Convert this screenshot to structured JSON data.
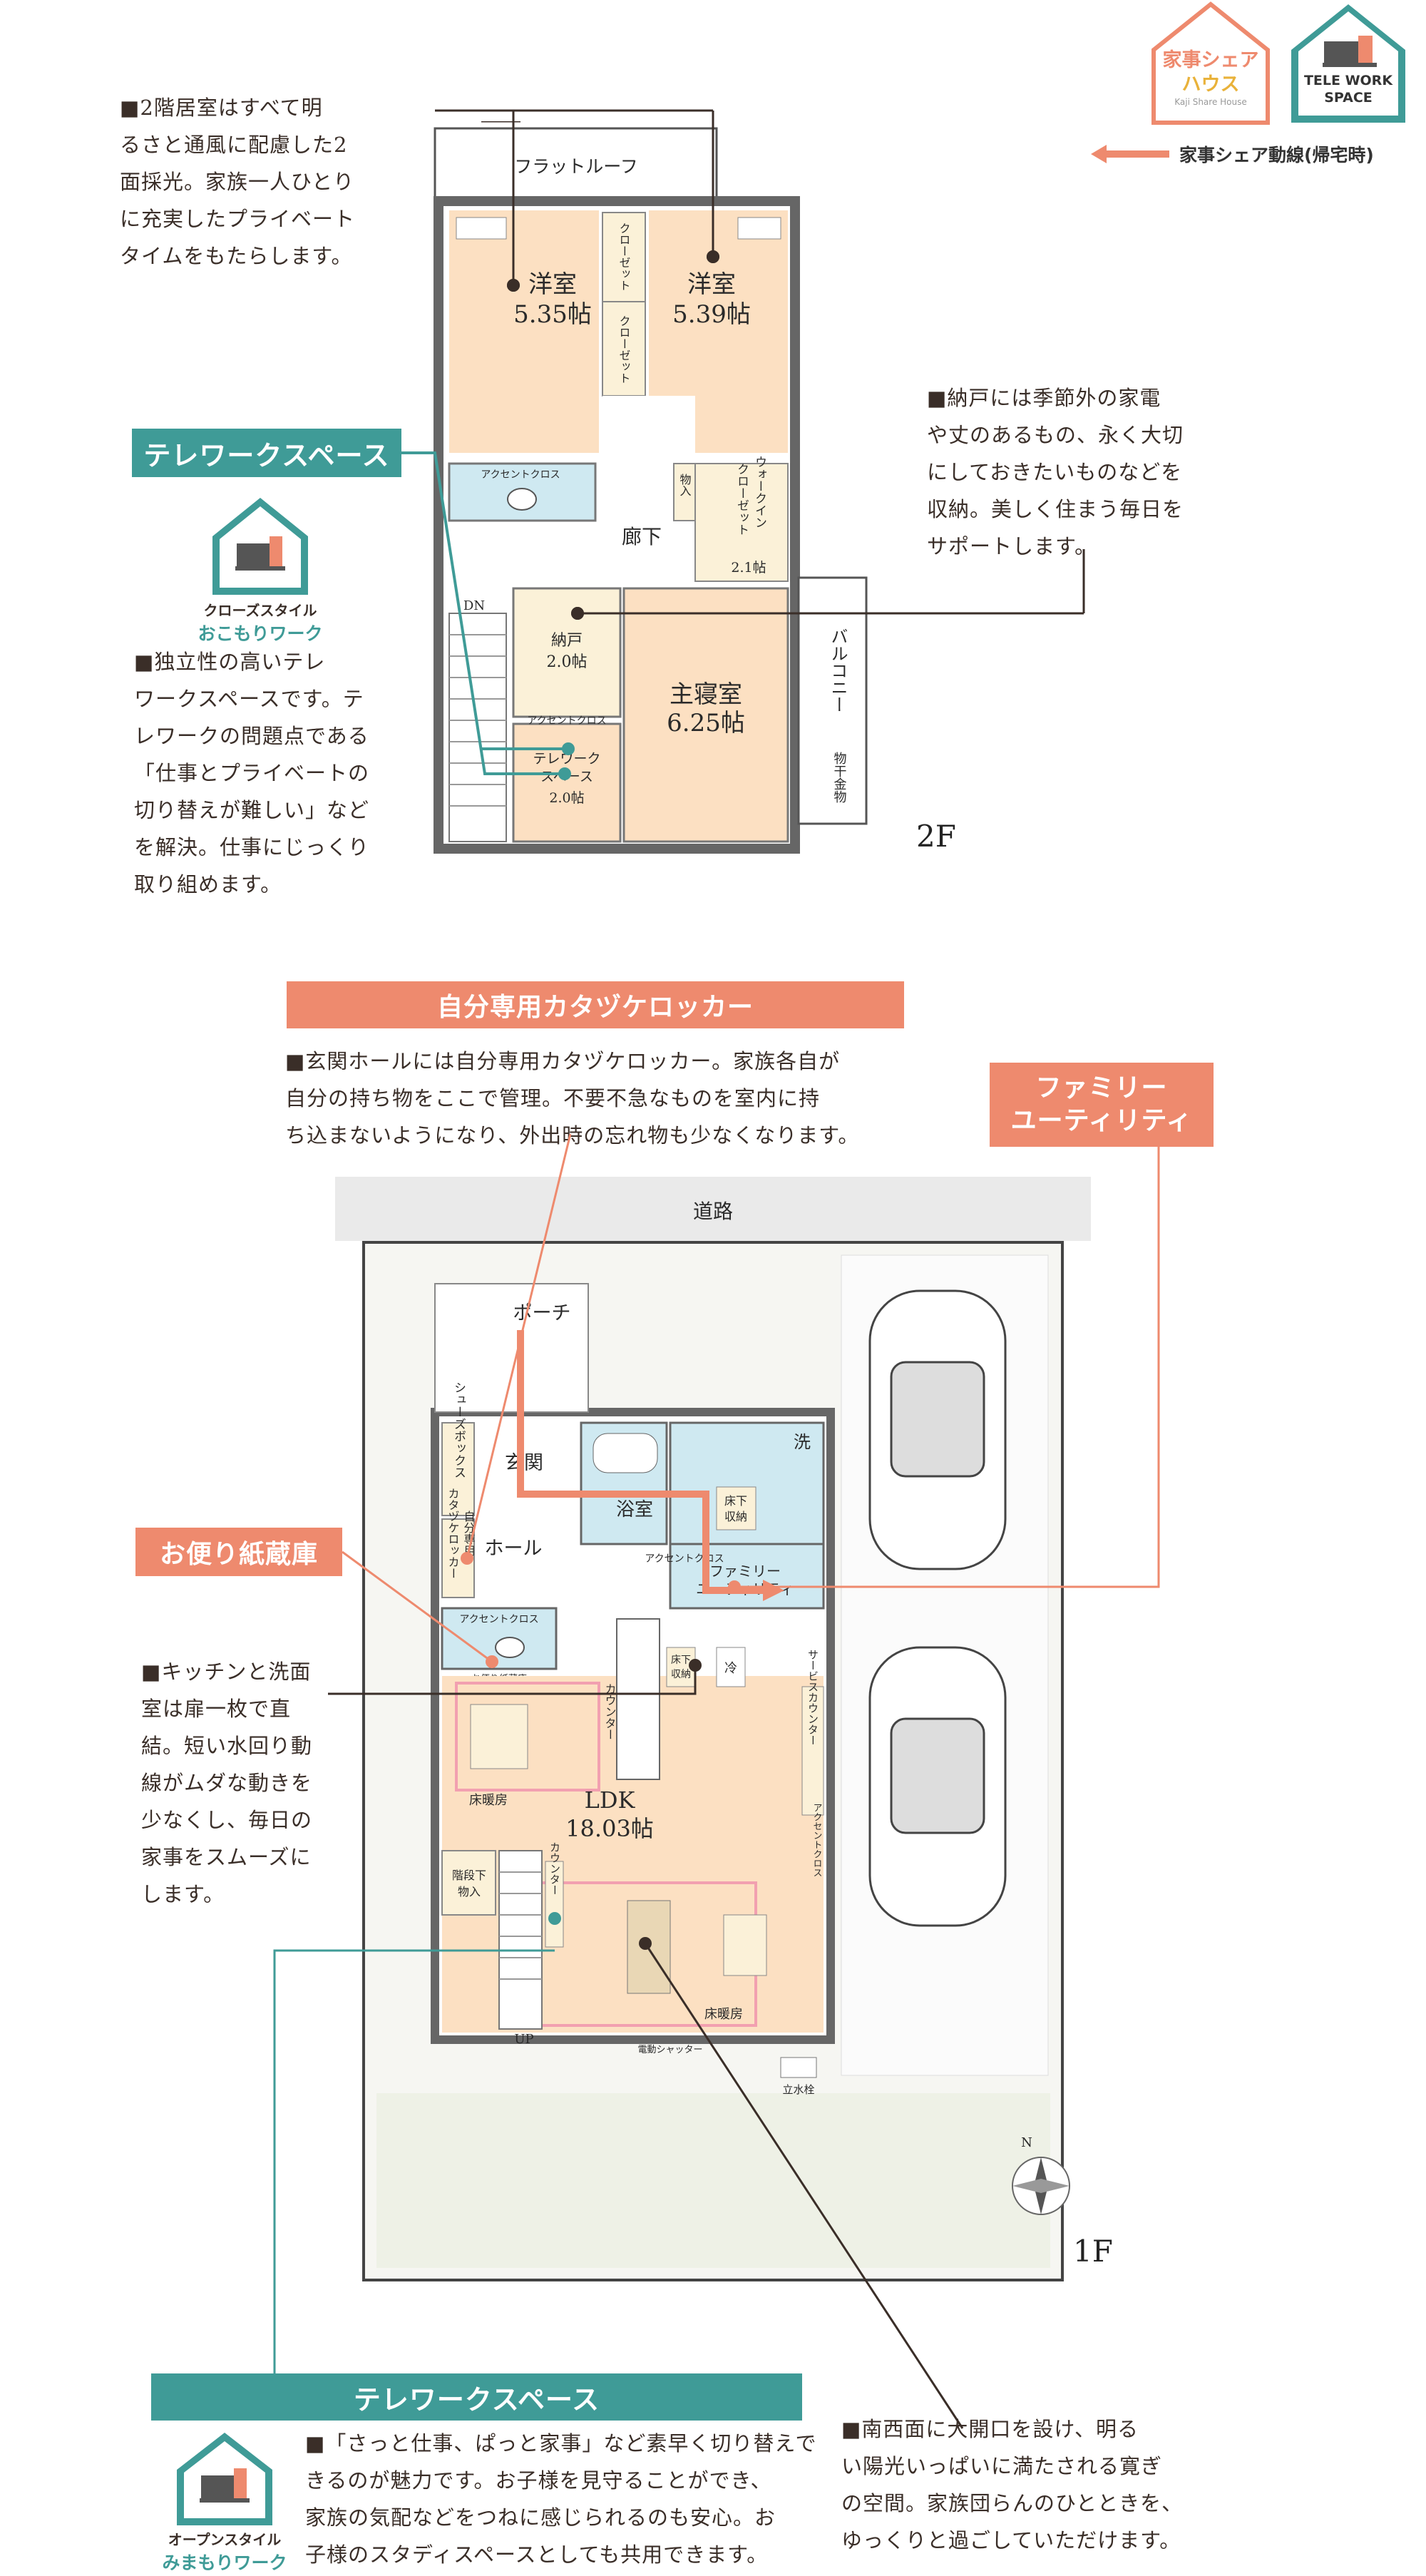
{
  "badges": {
    "kaji_share": {
      "line1": "家事シェア",
      "line2": "ハウス",
      "line3": "Kaji Share House",
      "color": "#ee8a6e"
    },
    "telework": {
      "line1": "TELE WORK",
      "line2": "SPACE",
      "color": "#3f9b97"
    },
    "route_legend": "家事シェア動線(帰宅時)"
  },
  "notes": {
    "second_floor_rooms": "■2階居室はすべて明\nるさと通風に配慮した2\n面採光。家族一人ひとり\nに充実したプライベート\nタイムをもたらします。",
    "storage_nando": "■納戸には季節外の家電\nや丈のあるもの、永く大切\nにしておきたいものなどを\n収納。美しく住まう毎日を\nサポートします。",
    "telework_private": "■独立性の高いテレ\nワークスペースです。テ\nレワークの問題点である\n「仕事とプライベートの\n切り替えが難しい」など\nを解決。仕事にじっくり\n取り組めます。",
    "locker": "■玄関ホールには自分専用カタヅケロッカー。家族各自が\n自分の持ち物をここで管理。不要不急なものを室内に持\nち込まないようになり、外出時の忘れ物も少なくなります。",
    "kitchen": "■キッチンと洗面\n室は扉一枚で直\n結。短い水回り動\n線がムダな動きを\n少なくし、毎日の\n家事をスムーズに\nします。",
    "ldk": "■南西面に大開口を設け、明る\nい陽光いっぱいに満たされる寛ぎ\nの空間。家族団らんのひとときを、\nゆっくりと過ごしていただけます。",
    "telework_open": "■「さっと仕事、ぱっと家事」など素早く切り替えで\nきるのが魅力です。お子様を見守ることができ、\n家族の気配などをつねに感じられるのも安心。お\n子様のスタディスペースとしても共用できます。"
  },
  "bars": {
    "telework_2f": "テレワークスペース",
    "locker": "自分専用カタヅケロッカー",
    "family_utility_1": "ファミリー",
    "family_utility_2": "ユーティリティ",
    "letter_storage": "お便り紙蔵庫",
    "telework_1f": "テレワークスペース"
  },
  "icons": {
    "closed_style_1": "クローズスタイル",
    "closed_style_2": "おこもりワーク",
    "open_style_1": "オープンスタイル",
    "open_style_2": "みまもりワーク"
  },
  "floors": {
    "second": "2F",
    "first": "1F"
  },
  "plan2f": {
    "flat_roof": "フラットルーフ",
    "room_w1": "洋室",
    "room_w1_size": "5.35帖",
    "room_w2": "洋室",
    "room_w2_size": "5.39帖",
    "closet": "クローゼット",
    "accent_cloth": "アクセントクロス",
    "walkin": "ウォークイン",
    "walkin2": "クローゼット",
    "walkin_size": "2.1帖",
    "storage_small": "物入",
    "hallway": "廊下",
    "dn": "DN",
    "nando": "納戸",
    "nando_size": "2.0帖",
    "master": "主寝室",
    "master_size": "6.25帖",
    "tele": "テレワーク",
    "tele2": "スペース",
    "tele_size": "2.0帖",
    "balcony": "バルコニー",
    "drying": "物干金物"
  },
  "plan1f": {
    "road": "道路",
    "porch": "ポーチ",
    "entrance": "玄関",
    "shoebox": "シューズボックス",
    "hall": "ホール",
    "locker": "自分専用",
    "locker2": "カタヅケロッカー",
    "bath": "浴室",
    "wash": "洗",
    "floor_storage": "床下",
    "floor_storage2": "収納",
    "accent_cloth": "アクセントクロス",
    "family": "ファミリー",
    "utility": "ユーティリティ",
    "fridge": "冷",
    "letter": "お便り紙蔵庫",
    "counter": "カウンター",
    "service_counter": "サービスカウンター",
    "heated_floor": "床暖房",
    "ldk": "LDK",
    "ldk_size": "18.03帖",
    "under_stairs": "階段下",
    "under_stairs2": "物入",
    "up": "UP",
    "shutter": "電動シャッター",
    "faucet": "立水栓",
    "north": "N"
  }
}
